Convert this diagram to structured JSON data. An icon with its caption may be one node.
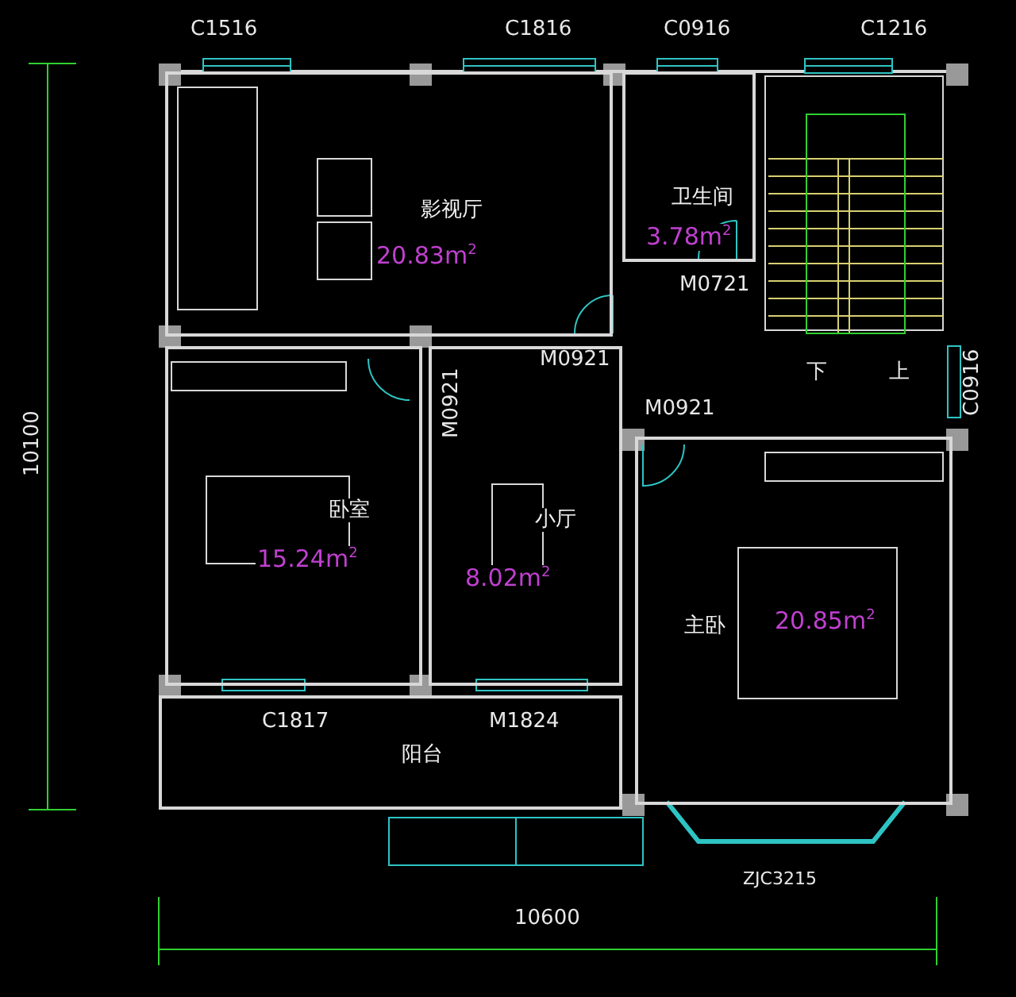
{
  "diagram": {
    "nodes": [
      {
        "text": [
          "影视厅",
          "20.83m$^{2}$"
        ]
      },
      {
        "text": [
          "卫生间",
          "3.78m$^{2}$"
        ]
      },
      {
        "text": [
          "卧室",
          "15.24m$^{2}$"
        ]
      },
      {
        "text": [
          "小厅",
          "8.02m$^{2}$"
        ]
      },
      {
        "text": [
          "主卧",
          "20.85m$^{2}$"
        ]
      },
      {
        "text": [
          "阳台"
        ]
      }
    ],
    "labels": [
      "C1516",
      "C1816",
      "C0916",
      "C1216",
      "M0721",
      "M0921",
      "M0921",
      "下",
      "上",
      "C0916",
      "M0921",
      "C1817",
      "M1824",
      "ZJC3215",
      "10100",
      "10600"
    ]
  }
}
